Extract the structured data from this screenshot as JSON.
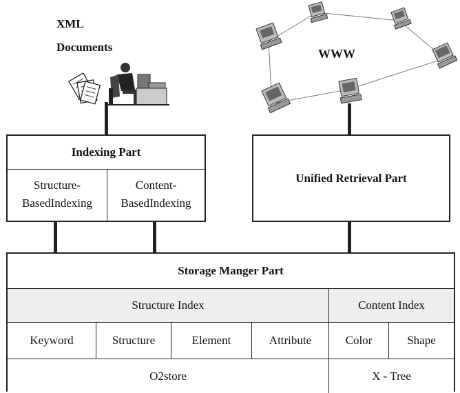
{
  "xml_docs": {
    "line1": "XML",
    "line2": "Documents"
  },
  "www": {
    "label": "WWW"
  },
  "indexing": {
    "title": "Indexing Part",
    "structure_line1": "Structure-",
    "structure_line2": "BasedIndexing",
    "content_line1": "Content-",
    "content_line2": "BasedIndexing"
  },
  "retrieval": {
    "title": "Unified Retrieval Part"
  },
  "storage": {
    "title": "Storage Manger Part",
    "structure_index": "Structure Index",
    "content_index": "Content Index",
    "keyword": "Keyword",
    "structure": "Structure",
    "element": "Element",
    "attribute": "Attribute",
    "color": "Color",
    "shape": "Shape",
    "o2store": "O2store",
    "xtree": "X - Tree"
  },
  "icons": [
    "documents-icon",
    "person-at-computer-icon",
    "network-computer-icon"
  ]
}
